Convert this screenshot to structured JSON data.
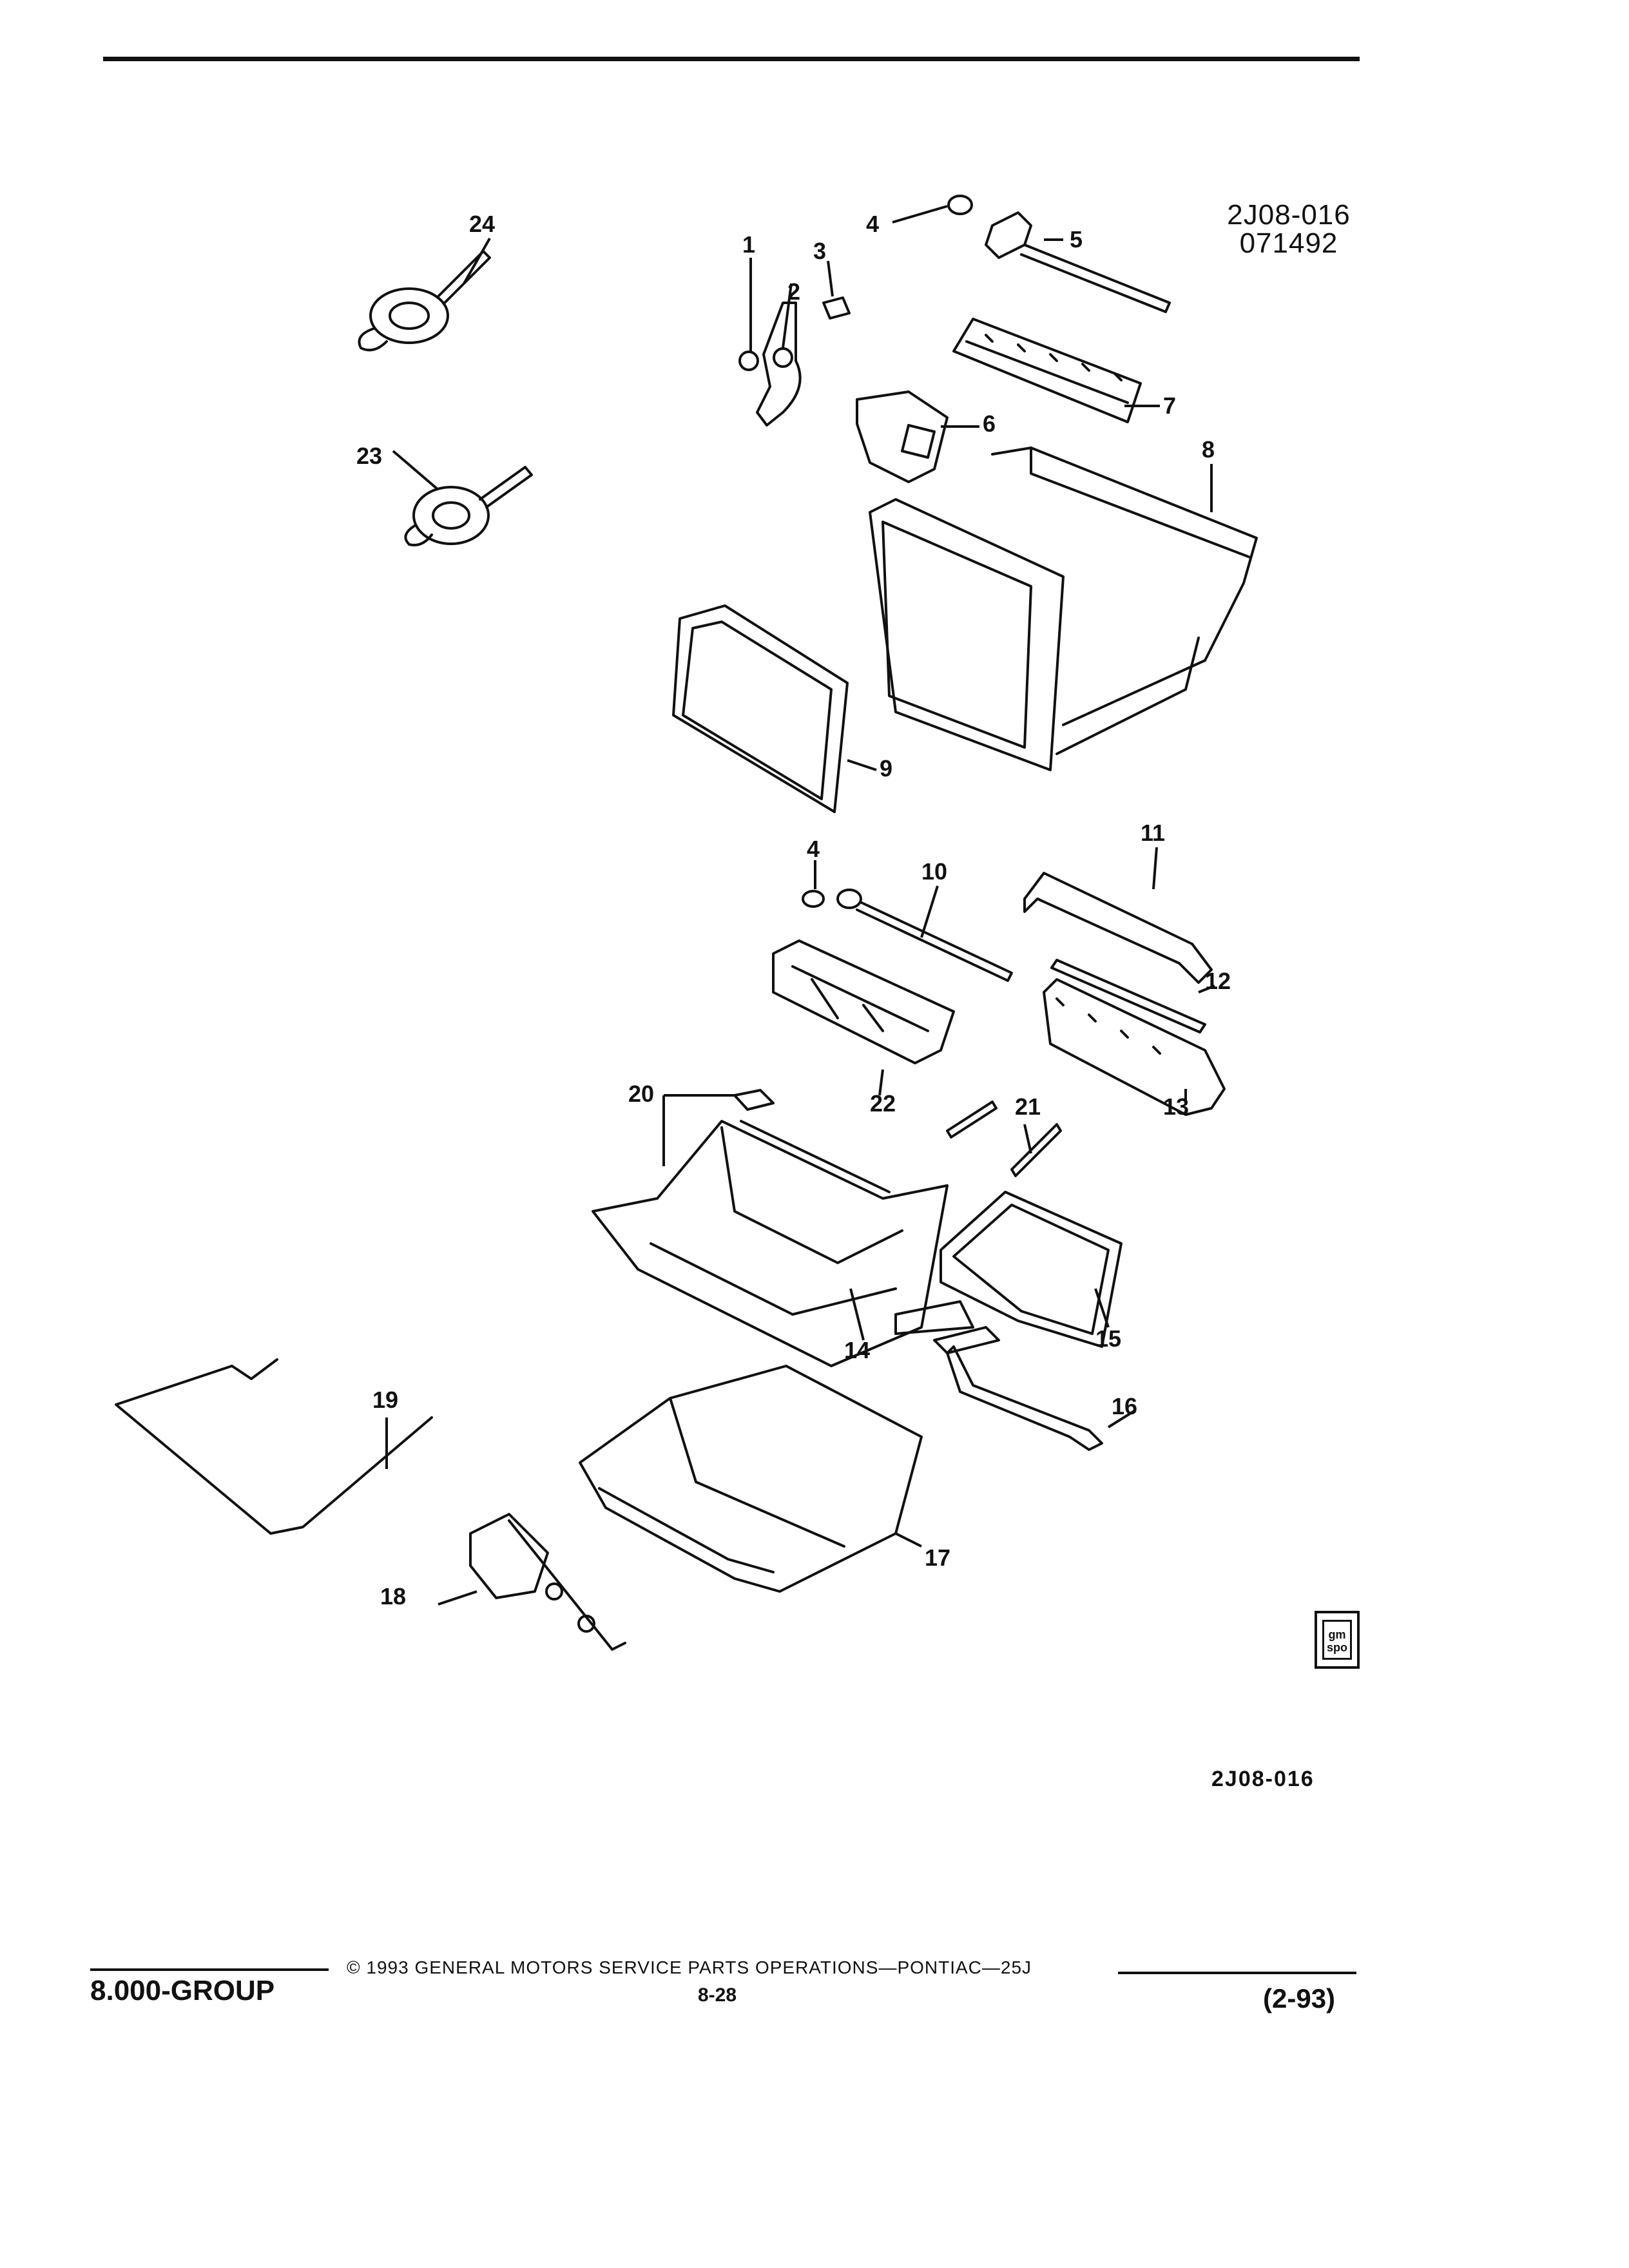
{
  "header": {
    "figure_code": "2J08-016",
    "figure_date": "071492"
  },
  "diagram": {
    "callouts": [
      "1",
      "2",
      "3",
      "4",
      "5",
      "6",
      "7",
      "8",
      "9",
      "4",
      "10",
      "11",
      "12",
      "13",
      "14",
      "15",
      "16",
      "17",
      "18",
      "19",
      "20",
      "21",
      "22",
      "23",
      "24"
    ]
  },
  "footer": {
    "figure_code": "2J08-016",
    "group": "8.000-GROUP",
    "copyright": "© 1993 GENERAL MOTORS SERVICE PARTS OPERATIONS—PONTIAC—25J",
    "page_number": "8-28",
    "revision": "(2-93)"
  },
  "logo": {
    "text": "gm spo"
  }
}
